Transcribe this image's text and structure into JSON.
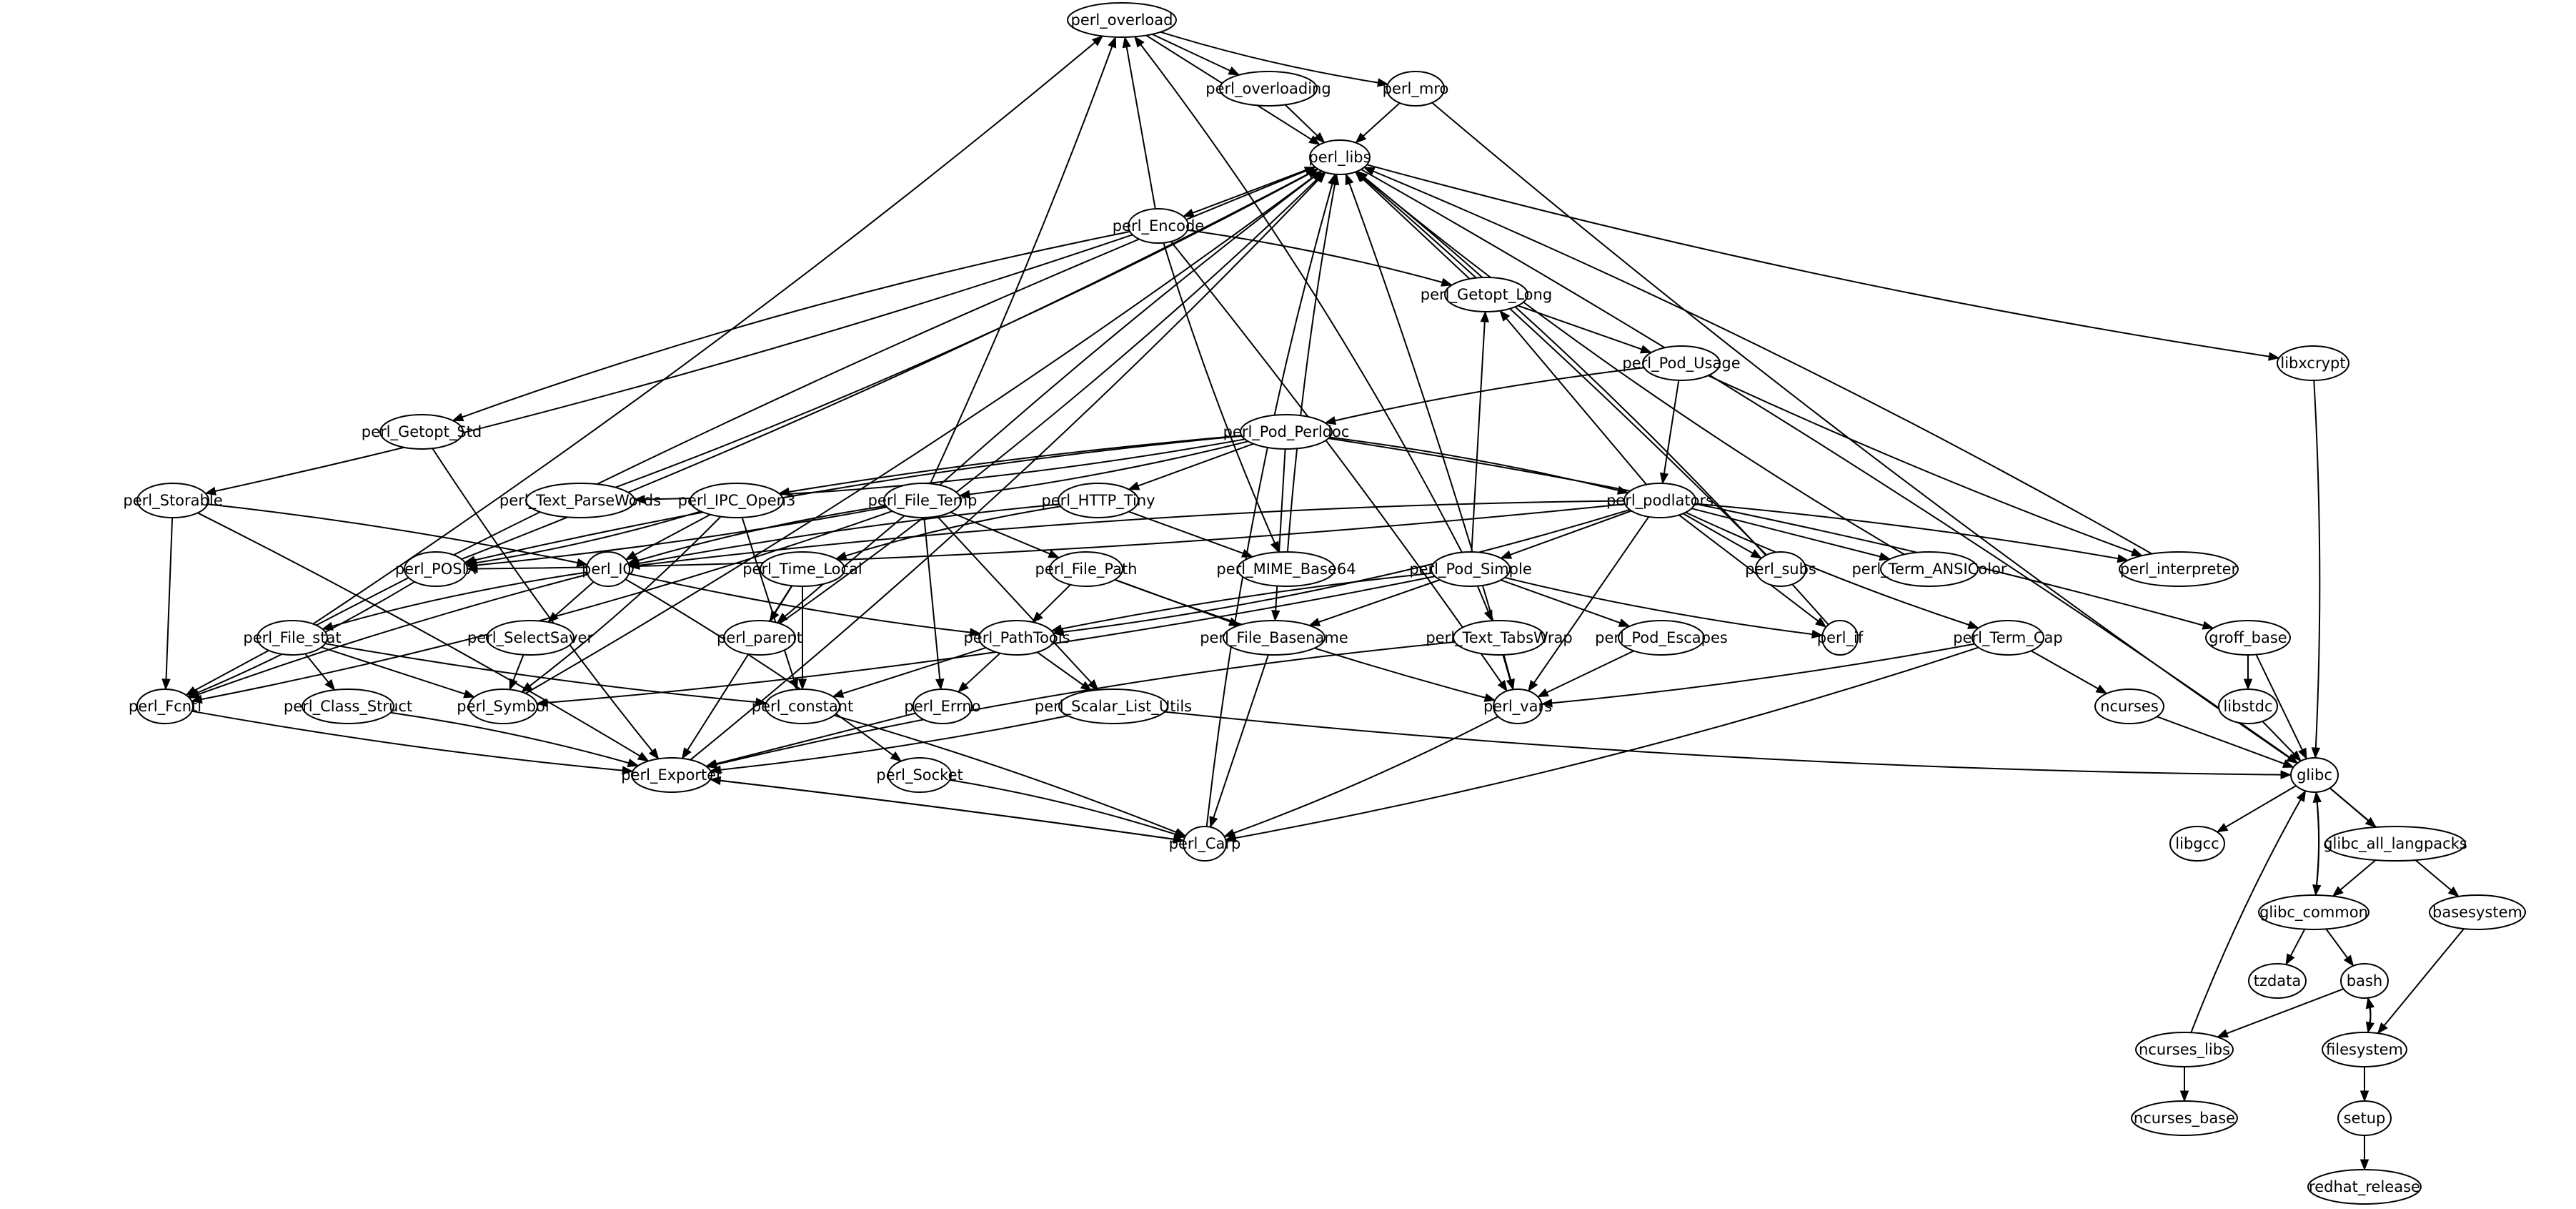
{
  "diagram": {
    "type": "directed-dependency-graph",
    "colors": {
      "background": "#ffffff",
      "stroke": "#000000",
      "text": "#000000",
      "node_fill": "#ffffff"
    },
    "nodes": [
      {
        "id": "perl_overload",
        "label": "perl_overload"
      },
      {
        "id": "perl_overloading",
        "label": "perl_overloading"
      },
      {
        "id": "perl_mro",
        "label": "perl_mro"
      },
      {
        "id": "perl_libs",
        "label": "perl_libs"
      },
      {
        "id": "perl_Encode",
        "label": "perl_Encode"
      },
      {
        "id": "perl_Getopt_Long",
        "label": "perl_Getopt_Long"
      },
      {
        "id": "perl_Pod_Usage",
        "label": "perl_Pod_Usage"
      },
      {
        "id": "libxcrypt",
        "label": "libxcrypt"
      },
      {
        "id": "perl_Getopt_Std",
        "label": "perl_Getopt_Std"
      },
      {
        "id": "perl_Pod_Perldoc",
        "label": "perl_Pod_Perldoc"
      },
      {
        "id": "perl_Storable",
        "label": "perl_Storable"
      },
      {
        "id": "perl_Text_ParseWords",
        "label": "perl_Text_ParseWords"
      },
      {
        "id": "perl_IPC_Open3",
        "label": "perl_IPC_Open3"
      },
      {
        "id": "perl_File_Temp",
        "label": "perl_File_Temp"
      },
      {
        "id": "perl_HTTP_Tiny",
        "label": "perl_HTTP_Tiny"
      },
      {
        "id": "perl_podlators",
        "label": "perl_podlators"
      },
      {
        "id": "perl_POSIX",
        "label": "perl_POSIX"
      },
      {
        "id": "perl_IO",
        "label": "perl_IO"
      },
      {
        "id": "perl_Time_Local",
        "label": "perl_Time_Local"
      },
      {
        "id": "perl_File_Path",
        "label": "perl_File_Path"
      },
      {
        "id": "perl_MIME_Base64",
        "label": "perl_MIME_Base64"
      },
      {
        "id": "perl_Pod_Simple",
        "label": "perl_Pod_Simple"
      },
      {
        "id": "perl_subs",
        "label": "perl_subs"
      },
      {
        "id": "perl_Term_ANSIColor",
        "label": "perl_Term_ANSIColor"
      },
      {
        "id": "perl_interpreter",
        "label": "perl_interpreter"
      },
      {
        "id": "perl_File_stat",
        "label": "perl_File_stat"
      },
      {
        "id": "perl_SelectSaver",
        "label": "perl_SelectSaver"
      },
      {
        "id": "perl_parent",
        "label": "perl_parent"
      },
      {
        "id": "perl_PathTools",
        "label": "perl_PathTools"
      },
      {
        "id": "perl_File_Basename",
        "label": "perl_File_Basename"
      },
      {
        "id": "perl_Text_TabsWrap",
        "label": "perl_Text_TabsWrap"
      },
      {
        "id": "perl_Pod_Escapes",
        "label": "perl_Pod_Escapes"
      },
      {
        "id": "perl_if",
        "label": "perl_if"
      },
      {
        "id": "perl_Term_Cap",
        "label": "perl_Term_Cap"
      },
      {
        "id": "groff_base",
        "label": "groff_base"
      },
      {
        "id": "perl_Fcntl",
        "label": "perl_Fcntl"
      },
      {
        "id": "perl_Class_Struct",
        "label": "perl_Class_Struct"
      },
      {
        "id": "perl_Symbol",
        "label": "perl_Symbol"
      },
      {
        "id": "perl_constant",
        "label": "perl_constant"
      },
      {
        "id": "perl_Errno",
        "label": "perl_Errno"
      },
      {
        "id": "perl_Scalar_List_Utils",
        "label": "perl_Scalar_List_Utils"
      },
      {
        "id": "perl_vars",
        "label": "perl_vars"
      },
      {
        "id": "ncurses",
        "label": "ncurses"
      },
      {
        "id": "libstdc",
        "label": "libstdc"
      },
      {
        "id": "perl_Exporter",
        "label": "perl_Exporter"
      },
      {
        "id": "perl_Socket",
        "label": "perl_Socket"
      },
      {
        "id": "glibc",
        "label": "glibc"
      },
      {
        "id": "perl_Carp",
        "label": "perl_Carp"
      },
      {
        "id": "libgcc",
        "label": "libgcc"
      },
      {
        "id": "glibc_all_langpacks",
        "label": "glibc_all_langpacks"
      },
      {
        "id": "glibc_common",
        "label": "glibc_common"
      },
      {
        "id": "basesystem",
        "label": "basesystem"
      },
      {
        "id": "tzdata",
        "label": "tzdata"
      },
      {
        "id": "bash",
        "label": "bash"
      },
      {
        "id": "ncurses_libs",
        "label": "ncurses_libs"
      },
      {
        "id": "filesystem",
        "label": "filesystem"
      },
      {
        "id": "ncurses_base",
        "label": "ncurses_base"
      },
      {
        "id": "setup",
        "label": "setup"
      },
      {
        "id": "redhat_release",
        "label": "redhat_release"
      }
    ],
    "edges": [
      [
        "perl_overload",
        "perl_overloading"
      ],
      [
        "perl_overload",
        "perl_mro"
      ],
      [
        "perl_overload",
        "perl_libs"
      ],
      [
        "perl_overloading",
        "perl_libs"
      ],
      [
        "perl_mro",
        "perl_libs"
      ],
      [
        "perl_mro",
        "glibc"
      ],
      [
        "perl_libs",
        "perl_Encode"
      ],
      [
        "perl_libs",
        "libxcrypt"
      ],
      [
        "perl_libs",
        "glibc"
      ],
      [
        "perl_Encode",
        "perl_overload"
      ],
      [
        "perl_Encode",
        "perl_Getopt_Long"
      ],
      [
        "perl_Encode",
        "perl_Getopt_Std"
      ],
      [
        "perl_Encode",
        "perl_Storable"
      ],
      [
        "perl_Encode",
        "perl_MIME_Base64"
      ],
      [
        "perl_Encode",
        "perl_vars"
      ],
      [
        "perl_Getopt_Long",
        "perl_libs"
      ],
      [
        "perl_Getopt_Long",
        "perl_Pod_Usage"
      ],
      [
        "perl_Pod_Usage",
        "perl_Pod_Perldoc"
      ],
      [
        "perl_Pod_Usage",
        "perl_podlators"
      ],
      [
        "perl_Pod_Usage",
        "perl_interpreter"
      ],
      [
        "libxcrypt",
        "glibc"
      ],
      [
        "perl_Getopt_Std",
        "perl_Exporter"
      ],
      [
        "perl_Pod_Perldoc",
        "perl_Text_ParseWords"
      ],
      [
        "perl_Pod_Perldoc",
        "perl_IPC_Open3"
      ],
      [
        "perl_Pod_Perldoc",
        "perl_File_Temp"
      ],
      [
        "perl_Pod_Perldoc",
        "perl_HTTP_Tiny"
      ],
      [
        "perl_Pod_Perldoc",
        "perl_podlators"
      ],
      [
        "perl_Pod_Perldoc",
        "perl_File_Basename"
      ],
      [
        "perl_Pod_Perldoc",
        "groff_base"
      ],
      [
        "perl_Pod_Perldoc",
        "perl_POSIX"
      ],
      [
        "perl_Storable",
        "perl_IO"
      ],
      [
        "perl_Storable",
        "perl_Fcntl"
      ],
      [
        "perl_Storable",
        "perl_Exporter"
      ],
      [
        "perl_Text_ParseWords",
        "perl_libs"
      ],
      [
        "perl_IPC_Open3",
        "perl_POSIX"
      ],
      [
        "perl_IPC_Open3",
        "perl_IO"
      ],
      [
        "perl_IPC_Open3",
        "perl_Symbol"
      ],
      [
        "perl_IPC_Open3",
        "perl_constant"
      ],
      [
        "perl_File_Temp",
        "perl_libs"
      ],
      [
        "perl_File_Temp",
        "perl_overload"
      ],
      [
        "perl_File_Temp",
        "perl_POSIX"
      ],
      [
        "perl_File_Temp",
        "perl_IO"
      ],
      [
        "perl_File_Temp",
        "perl_parent"
      ],
      [
        "perl_File_Temp",
        "perl_File_Path"
      ],
      [
        "perl_File_Temp",
        "perl_Errno"
      ],
      [
        "perl_File_Temp",
        "perl_Scalar_List_Utils"
      ],
      [
        "perl_File_Temp",
        "perl_Fcntl"
      ],
      [
        "perl_HTTP_Tiny",
        "perl_Time_Local"
      ],
      [
        "perl_HTTP_Tiny",
        "perl_MIME_Base64"
      ],
      [
        "perl_HTTP_Tiny",
        "perl_IO"
      ],
      [
        "perl_podlators",
        "perl_Getopt_Long"
      ],
      [
        "perl_podlators",
        "perl_Pod_Simple"
      ],
      [
        "perl_podlators",
        "perl_subs"
      ],
      [
        "perl_podlators",
        "perl_Term_ANSIColor"
      ],
      [
        "perl_podlators",
        "perl_interpreter"
      ],
      [
        "perl_podlators",
        "perl_Term_Cap"
      ],
      [
        "perl_podlators",
        "perl_if"
      ],
      [
        "perl_podlators",
        "perl_vars"
      ],
      [
        "perl_podlators",
        "perl_PathTools"
      ],
      [
        "perl_podlators",
        "perl_IO"
      ],
      [
        "perl_podlators",
        "perl_POSIX"
      ],
      [
        "perl_POSIX",
        "perl_libs"
      ],
      [
        "perl_POSIX",
        "perl_Fcntl"
      ],
      [
        "perl_IO",
        "perl_File_stat"
      ],
      [
        "perl_IO",
        "perl_SelectSaver"
      ],
      [
        "perl_IO",
        "perl_PathTools"
      ],
      [
        "perl_IO",
        "perl_Socket"
      ],
      [
        "perl_IO",
        "perl_Fcntl"
      ],
      [
        "perl_Time_Local",
        "perl_parent"
      ],
      [
        "perl_Time_Local",
        "perl_constant"
      ],
      [
        "perl_Time_Local",
        "perl_Exporter"
      ],
      [
        "perl_File_Path",
        "perl_PathTools"
      ],
      [
        "perl_File_Path",
        "perl_File_Basename"
      ],
      [
        "perl_File_Path",
        "perl_vars"
      ],
      [
        "perl_MIME_Base64",
        "perl_libs"
      ],
      [
        "perl_Pod_Simple",
        "perl_overload"
      ],
      [
        "perl_Pod_Simple",
        "perl_Getopt_Long"
      ],
      [
        "perl_Pod_Simple",
        "perl_PathTools"
      ],
      [
        "perl_Pod_Simple",
        "perl_File_Basename"
      ],
      [
        "perl_Pod_Simple",
        "perl_Text_TabsWrap"
      ],
      [
        "perl_Pod_Simple",
        "perl_Pod_Escapes"
      ],
      [
        "perl_Pod_Simple",
        "perl_if"
      ],
      [
        "perl_Pod_Simple",
        "perl_Symbol"
      ],
      [
        "perl_subs",
        "perl_libs"
      ],
      [
        "perl_Term_ANSIColor",
        "perl_libs"
      ],
      [
        "perl_interpreter",
        "perl_libs"
      ],
      [
        "perl_File_stat",
        "perl_libs"
      ],
      [
        "perl_File_stat",
        "perl_overload"
      ],
      [
        "perl_File_stat",
        "perl_Fcntl"
      ],
      [
        "perl_File_stat",
        "perl_Class_Struct"
      ],
      [
        "perl_File_stat",
        "perl_Symbol"
      ],
      [
        "perl_File_stat",
        "perl_constant"
      ],
      [
        "perl_SelectSaver",
        "perl_Symbol"
      ],
      [
        "perl_parent",
        "perl_libs"
      ],
      [
        "perl_PathTools",
        "perl_constant"
      ],
      [
        "perl_PathTools",
        "perl_Errno"
      ],
      [
        "perl_PathTools",
        "perl_Scalar_List_Utils"
      ],
      [
        "perl_File_Basename",
        "perl_Carp"
      ],
      [
        "perl_Text_TabsWrap",
        "perl_vars"
      ],
      [
        "perl_Text_TabsWrap",
        "perl_Exporter"
      ],
      [
        "perl_Pod_Escapes",
        "perl_vars"
      ],
      [
        "perl_if",
        "perl_libs"
      ],
      [
        "perl_Term_Cap",
        "perl_vars"
      ],
      [
        "perl_Term_Cap",
        "ncurses"
      ],
      [
        "perl_Term_Cap",
        "perl_Carp"
      ],
      [
        "groff_base",
        "libstdc"
      ],
      [
        "groff_base",
        "glibc"
      ],
      [
        "perl_Fcntl",
        "perl_Exporter"
      ],
      [
        "perl_Class_Struct",
        "perl_Exporter"
      ],
      [
        "perl_Symbol",
        "perl_libs"
      ],
      [
        "perl_constant",
        "perl_Carp"
      ],
      [
        "perl_Errno",
        "perl_Exporter"
      ],
      [
        "perl_Scalar_List_Utils",
        "perl_Exporter"
      ],
      [
        "perl_Scalar_List_Utils",
        "glibc"
      ],
      [
        "perl_vars",
        "perl_Carp"
      ],
      [
        "perl_vars",
        "perl_libs"
      ],
      [
        "ncurses",
        "glibc"
      ],
      [
        "libstdc",
        "glibc"
      ],
      [
        "perl_Exporter",
        "perl_Carp"
      ],
      [
        "perl_Exporter",
        "perl_libs"
      ],
      [
        "perl_Socket",
        "perl_Carp"
      ],
      [
        "perl_Carp",
        "perl_Exporter"
      ],
      [
        "perl_Carp",
        "perl_libs"
      ],
      [
        "glibc",
        "libgcc"
      ],
      [
        "glibc",
        "glibc_common"
      ],
      [
        "glibc",
        "glibc_all_langpacks"
      ],
      [
        "glibc",
        "basesystem"
      ],
      [
        "glibc_all_langpacks",
        "glibc_common"
      ],
      [
        "glibc_common",
        "glibc"
      ],
      [
        "glibc_common",
        "tzdata"
      ],
      [
        "glibc_common",
        "bash"
      ],
      [
        "basesystem",
        "filesystem"
      ],
      [
        "bash",
        "ncurses_libs"
      ],
      [
        "bash",
        "filesystem"
      ],
      [
        "filesystem",
        "bash"
      ],
      [
        "filesystem",
        "setup"
      ],
      [
        "ncurses_libs",
        "glibc"
      ],
      [
        "ncurses_libs",
        "ncurses_base"
      ],
      [
        "setup",
        "redhat_release"
      ]
    ]
  }
}
